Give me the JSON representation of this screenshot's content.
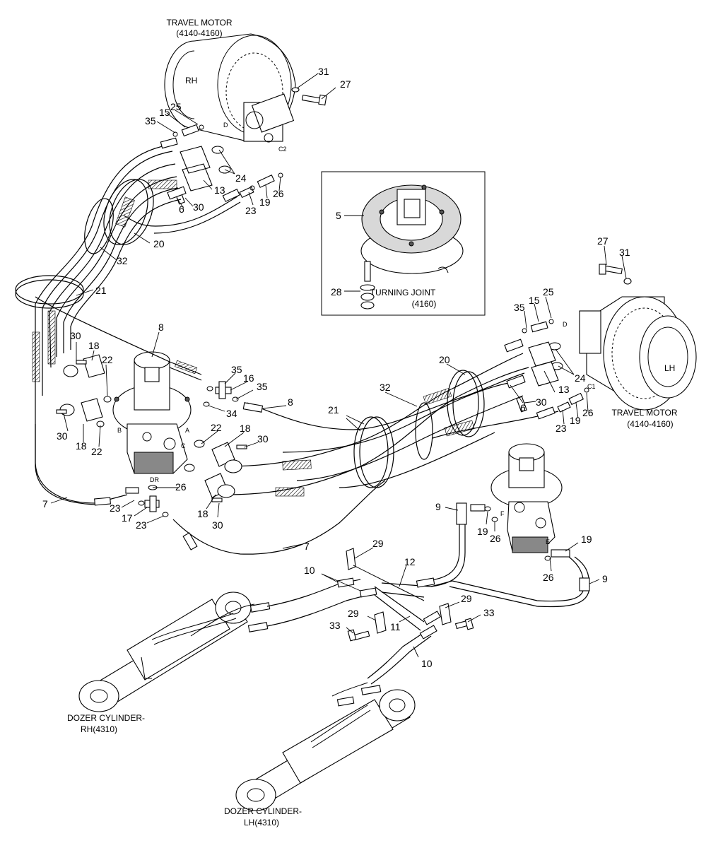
{
  "title_labels": {
    "travel_motor_rh": [
      "TRAVEL MOTOR",
      "(4140-4160)"
    ],
    "travel_motor_lh": [
      "TRAVEL MOTOR",
      "(4140-4160)"
    ],
    "turning_joint_inset": [
      "TURNING JOINT",
      "(4160)"
    ],
    "dozer_cylinder_rh": [
      "DOZER CYLINDER-",
      "RH(4310)"
    ],
    "dozer_cylinder_lh": [
      "DOZER CYLINDER-",
      "LH(4310)"
    ]
  },
  "motor_marks": {
    "rh": "RH",
    "lh": "LH"
  },
  "port_marks": [
    "D",
    "C2",
    "C1",
    "D",
    "A",
    "B",
    "C",
    "DR",
    "E",
    "F"
  ],
  "callouts": [
    "31",
    "27",
    "25",
    "15",
    "35",
    "24",
    "13",
    "26",
    "19",
    "23",
    "6",
    "30",
    "20",
    "32",
    "21",
    "5",
    "28",
    "27",
    "31",
    "35",
    "15",
    "25",
    "20",
    "32",
    "24",
    "13",
    "6",
    "30",
    "23",
    "19",
    "26",
    "8",
    "30",
    "18",
    "22",
    "30",
    "18",
    "22",
    "35",
    "16",
    "35",
    "34",
    "8",
    "22",
    "18",
    "30",
    "21",
    "26",
    "18",
    "30",
    "7",
    "23",
    "17",
    "23",
    "7",
    "9",
    "19",
    "26",
    "29",
    "12",
    "10",
    "29",
    "33",
    "11",
    "33",
    "29",
    "10",
    "19",
    "26",
    "9"
  ]
}
